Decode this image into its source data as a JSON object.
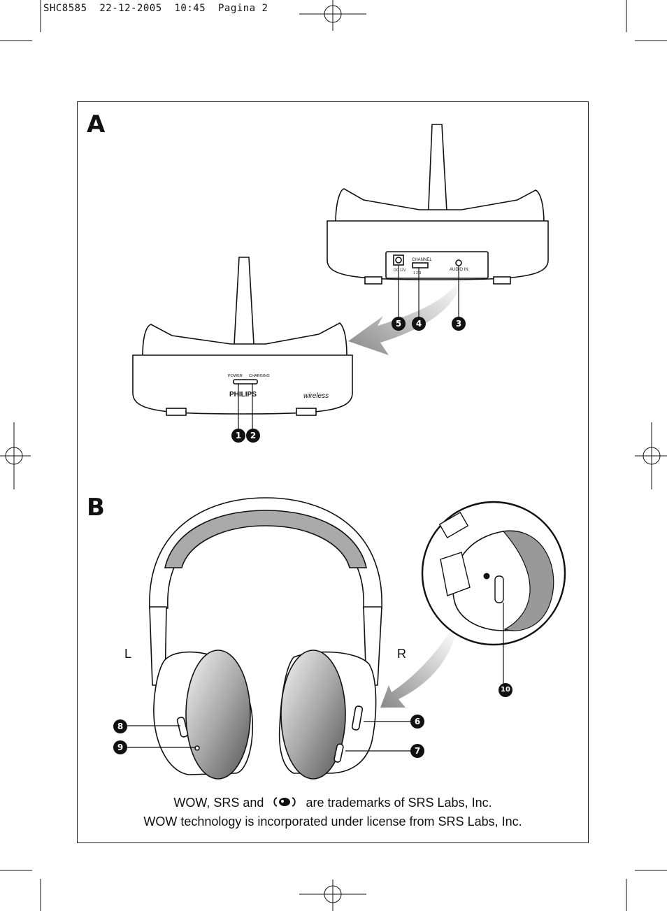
{
  "header": {
    "text": "SHC8585  22-12-2005  10:45  Pagina 2"
  },
  "sections": {
    "a": "A",
    "b": "B"
  },
  "base_station": {
    "front_labels": {
      "power": "POWER",
      "charging": "CHARGING",
      "brand": "PHILIPS",
      "wireless": "wireless"
    },
    "rear_labels": {
      "dc": "DC 12V",
      "channel": "CHANNEL",
      "channel_numbers": "1  2  3",
      "audio_in": "AUDIO IN"
    }
  },
  "headphones": {
    "left": "L",
    "right": "R"
  },
  "callouts": [
    "1",
    "2",
    "3",
    "4",
    "5",
    "6",
    "7",
    "8",
    "9",
    "10"
  ],
  "footer": {
    "line1_before": "WOW, SRS and",
    "line1_after": "are trademarks of SRS Labs, Inc.",
    "line2": "WOW technology is incorporated under license from SRS Labs, Inc."
  }
}
